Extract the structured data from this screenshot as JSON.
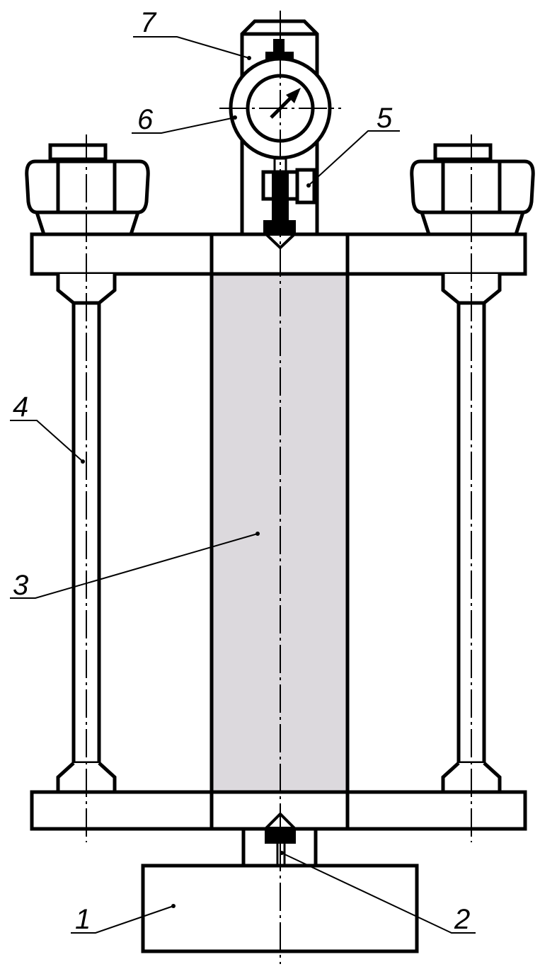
{
  "diagram": {
    "labels": {
      "l1": "1",
      "l2": "2",
      "l3": "3",
      "l4": "4",
      "l5": "5",
      "l6": "6",
      "l7": "7"
    },
    "colors": {
      "line": "#000000",
      "sample_fill": "#dcd9dd",
      "background": "#ffffff"
    }
  }
}
